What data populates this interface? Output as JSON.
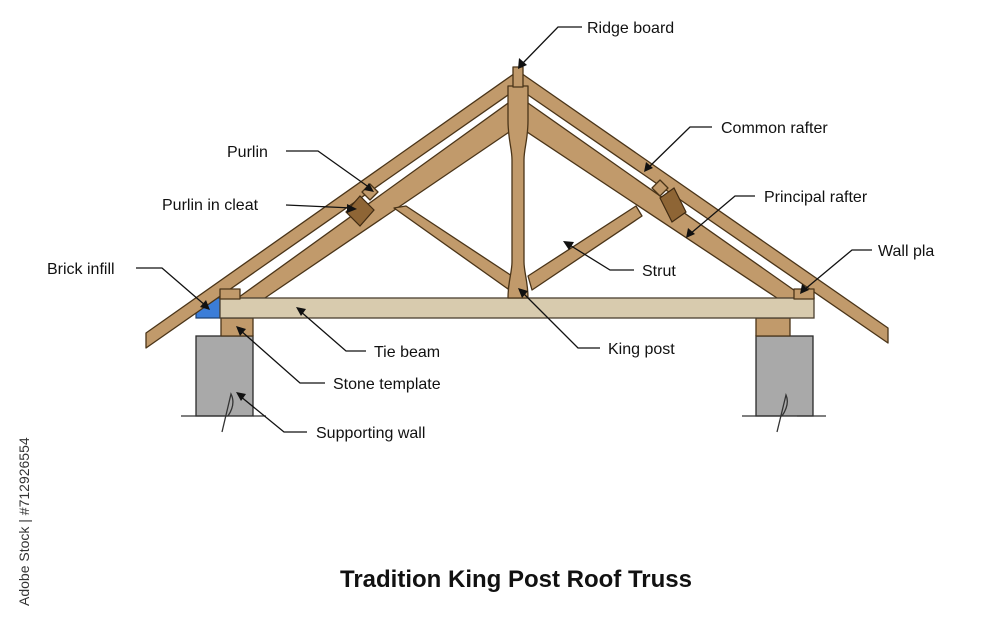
{
  "diagram": {
    "title": "Tradition King Post Roof Truss",
    "side_text": "Adobe Stock | #712926554",
    "labels": {
      "ridge_board": "Ridge board",
      "common_rafter": "Common rafter",
      "purlin": "Purlin",
      "purlin_in_cleat": "Purlin in cleat",
      "principal_rafter": "Principal rafter",
      "brick_infill": "Brick infill",
      "wall_plate": "Wall pla",
      "strut": "Strut",
      "tie_beam": "Tie beam",
      "king_post": "King post",
      "stone_template": "Stone template",
      "supporting_wall": "Supporting wall"
    },
    "colors": {
      "timber": "#C19A6B",
      "tie_beam": "#D8CBAE",
      "wall": "#A9A9A9",
      "brick_infill": "#3B7DD8"
    }
  }
}
